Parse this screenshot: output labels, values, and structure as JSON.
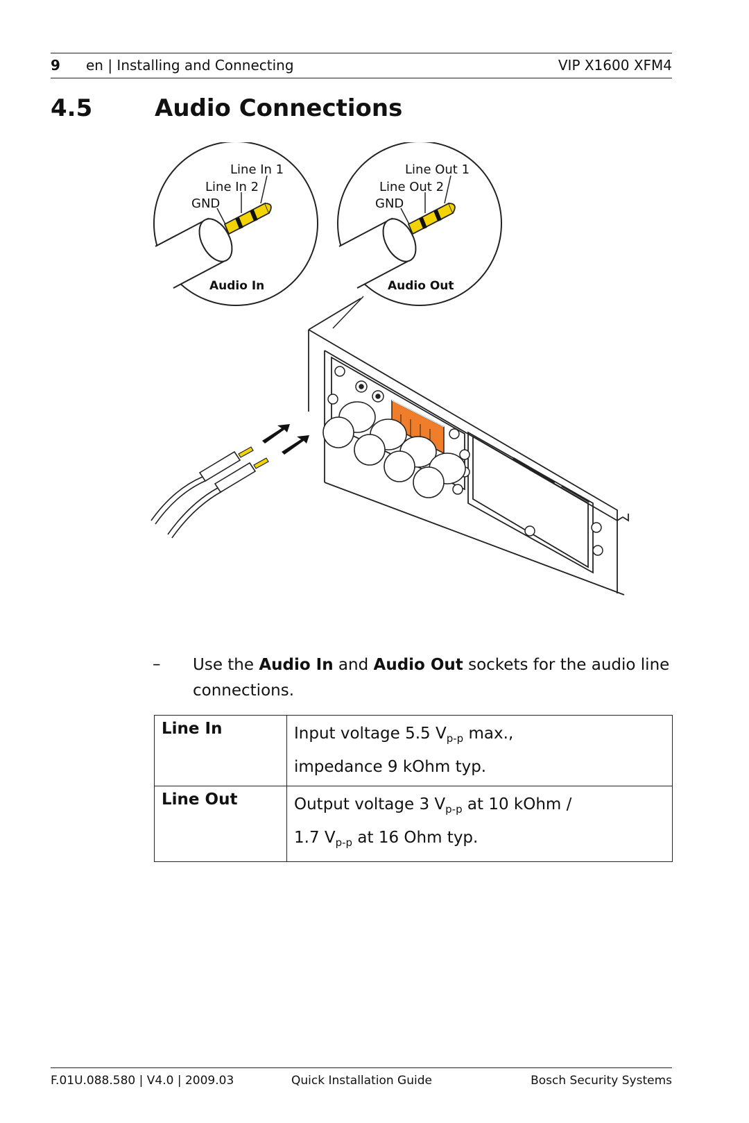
{
  "header": {
    "page_number": "9",
    "section": "en | Installing and Connecting",
    "product": "VIP X1600 XFM4"
  },
  "heading": {
    "number": "4.5",
    "title": "Audio Connections"
  },
  "figure": {
    "audio_in": {
      "line1": "Line In 1",
      "line2": "Line In 2",
      "gnd": "GND",
      "caption": "Audio In"
    },
    "audio_out": {
      "line1": "Line Out 1",
      "line2": "Line Out 2",
      "gnd": "GND",
      "caption": "Audio Out"
    },
    "colors": {
      "plug_yellow": "#f3d400",
      "terminal_orange": "#ef7d2a"
    }
  },
  "instruction": {
    "bullet": "–",
    "pre": "Use the ",
    "audio_in": "Audio In",
    "mid": " and ",
    "audio_out": "Audio Out",
    "post": " sockets for the audio line connections."
  },
  "spec_table": {
    "line_in": {
      "label": "Line In",
      "v1_pre": "Input voltage 5.5 V",
      "v1_sub": "p-p",
      "v1_post": " max.,",
      "v2": "impedance 9 kOhm typ."
    },
    "line_out": {
      "label": "Line Out",
      "v1_pre": "Output voltage 3 V",
      "v1_sub": "p-p",
      "v1_post": " at 10 kOhm /",
      "v2_pre": "1.7 V",
      "v2_sub": "p-p",
      "v2_post": " at 16 Ohm typ."
    }
  },
  "footer": {
    "doc_id": "F.01U.088.580 | V4.0 | 2009.03",
    "doc_type": "Quick Installation Guide",
    "company": "Bosch Security Systems"
  }
}
